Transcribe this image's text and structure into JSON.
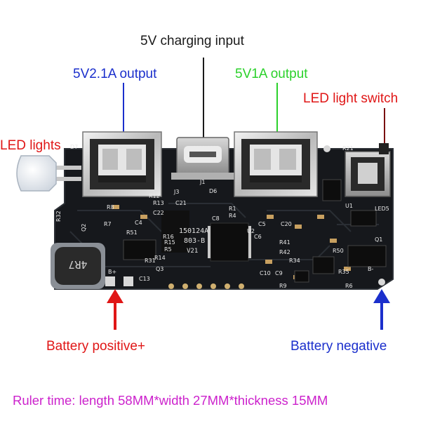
{
  "labels": {
    "charging_input": "5V charging input",
    "output_21a": "5V2.1A output",
    "output_1a": "5V1A output",
    "led_switch": "LED light switch",
    "led_lights": "LED lights",
    "battery_positive": "Battery positive+",
    "battery_negative": "Battery negative",
    "ruler": "Ruler time: length 58MM*width 27MM*thickness 15MM"
  },
  "board": {
    "inductor_marking": "4R7",
    "chip_marking_1": "150124A",
    "chip_marking_2": "803-B",
    "chip_marking_3": "V21",
    "refs": [
      "J3",
      "J1",
      "D6",
      "C21",
      "C22",
      "C8",
      "R1",
      "R4",
      "C5",
      "C20",
      "U2",
      "C6",
      "R41",
      "R42",
      "R34",
      "C10",
      "C9",
      "R9",
      "R50",
      "R35",
      "R6",
      "Q1",
      "R21",
      "LED5",
      "U1",
      "R12",
      "R13",
      "R15",
      "R5",
      "C13",
      "R7",
      "Q3",
      "R31",
      "R32",
      "Q2",
      "B+",
      "B-",
      "R51",
      "C4",
      "D7",
      "R8",
      "R16",
      "R14"
    ]
  },
  "colors": {
    "blue": "#1b2fcc",
    "green": "#2bd12b",
    "red": "#e01616",
    "magenta": "#cc22cc",
    "black": "#1a1a1a",
    "pcb": "#16181c"
  }
}
